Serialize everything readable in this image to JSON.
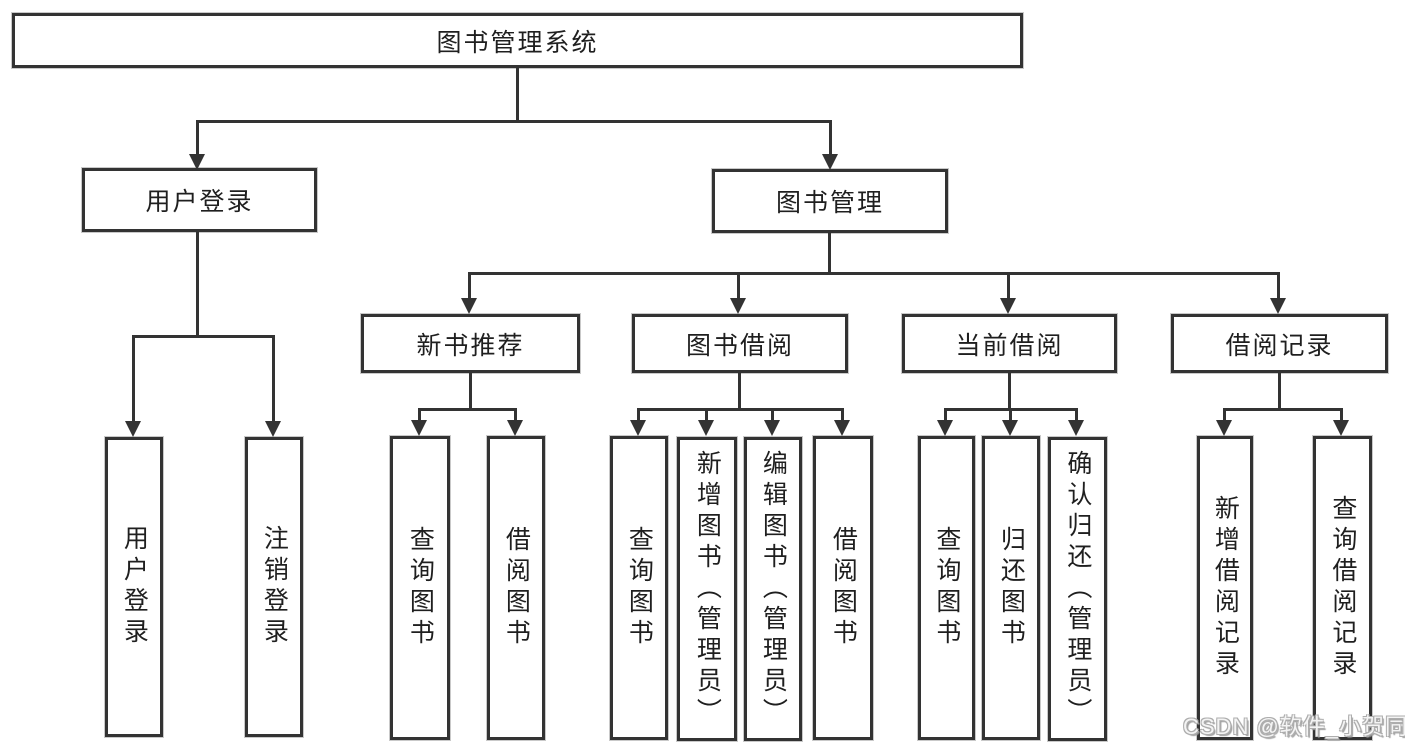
{
  "diagram": {
    "title_node": {
      "label": "图书管理系统"
    },
    "level2": {
      "user_login": {
        "label": "用户登录"
      },
      "book_mgmt": {
        "label": "图书管理"
      }
    },
    "level3": {
      "new_book_rec": {
        "label": "新书推荐"
      },
      "book_borrow": {
        "label": "图书借阅"
      },
      "current_borrow": {
        "label": "当前借阅"
      },
      "borrow_record": {
        "label": "借阅记录"
      }
    },
    "leaves": {
      "user_login": {
        "label": "用户登录"
      },
      "logout": {
        "label": "注销登录"
      },
      "rec_query_book": {
        "label": "查询图书"
      },
      "rec_borrow_book": {
        "label": "借阅图书"
      },
      "bb_query_book": {
        "label": "查询图书"
      },
      "bb_add_book": {
        "label": "新增图书（管理员）"
      },
      "bb_edit_book": {
        "label": "编辑图书（管理员）"
      },
      "bb_borrow_book": {
        "label": "借阅图书"
      },
      "cb_query_book": {
        "label": "查询图书"
      },
      "cb_return_book": {
        "label": "归还图书"
      },
      "cb_confirm_return": {
        "label": "确认归还（管理员）"
      },
      "br_add_record": {
        "label": "新增借阅记录"
      },
      "br_query_record": {
        "label": "查询借阅记录"
      }
    }
  },
  "watermark": {
    "text": "CSDN @软件_小贺同学"
  },
  "colors": {
    "background": "#ffffff",
    "line": "#333333",
    "text": "#1f1f1f",
    "watermark": "#adadad"
  }
}
